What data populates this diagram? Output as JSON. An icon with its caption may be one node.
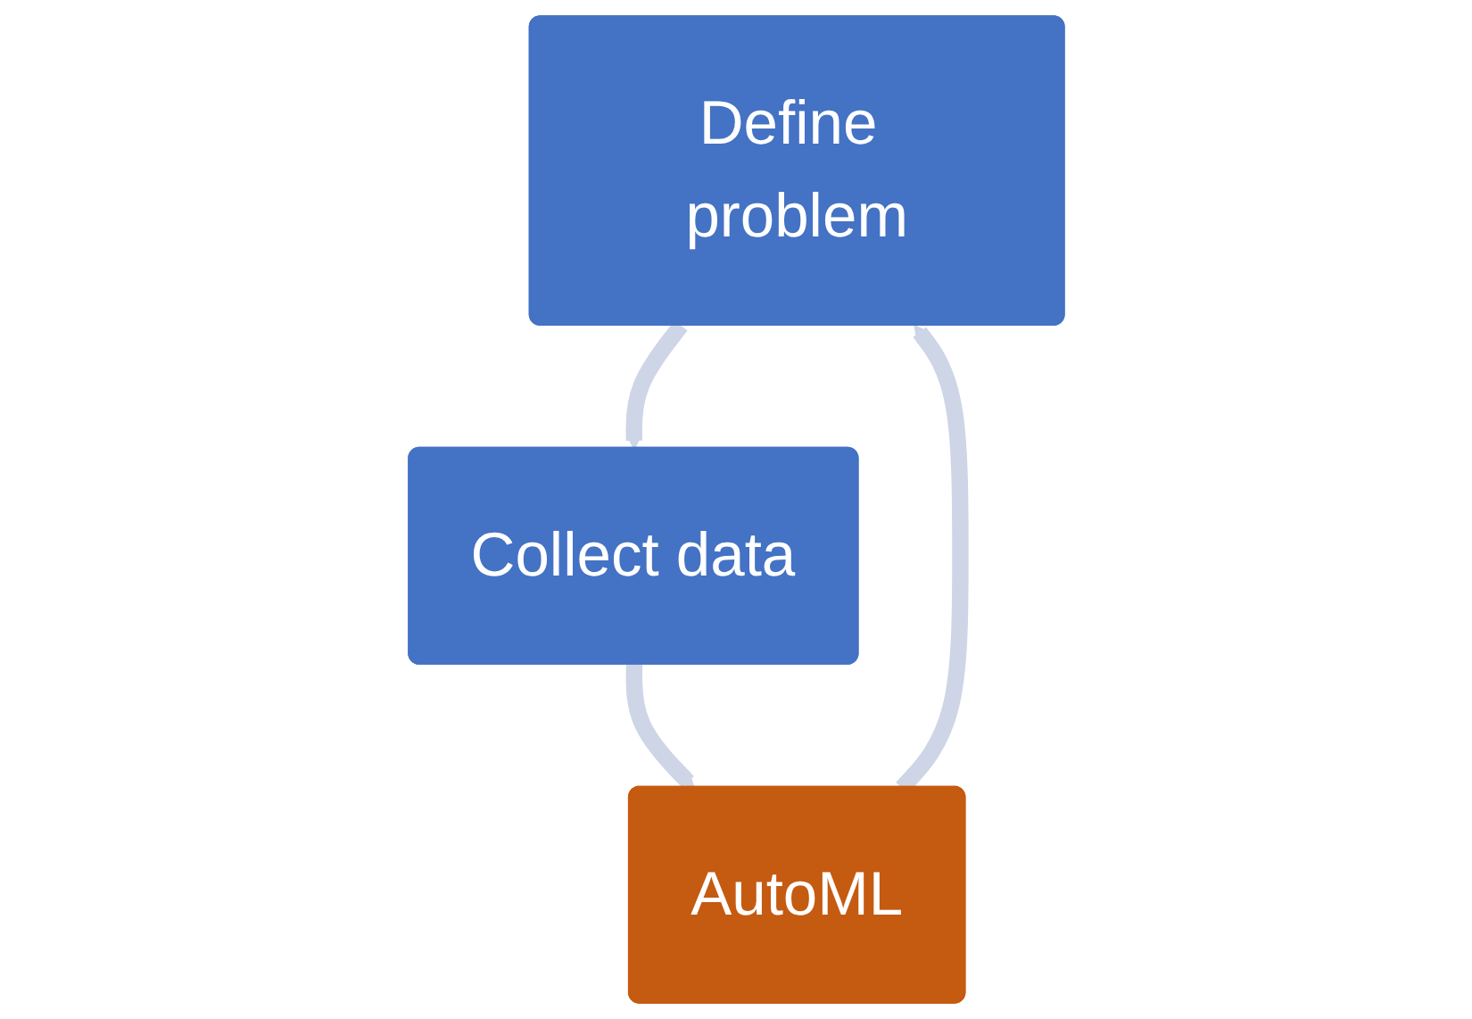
{
  "diagram": {
    "nodes": [
      {
        "text": [
          "Define problem"
        ]
      },
      {
        "text": [
          "Collect data"
        ]
      },
      {
        "text": [
          "AutoML"
        ]
      }
    ],
    "edges": [
      {
        "from": 0,
        "to": 1,
        "arrow": "to"
      },
      {
        "from": 1,
        "to": 2,
        "arrow": "to"
      },
      {
        "from": 2,
        "to": 0,
        "arrow": "to"
      }
    ]
  }
}
